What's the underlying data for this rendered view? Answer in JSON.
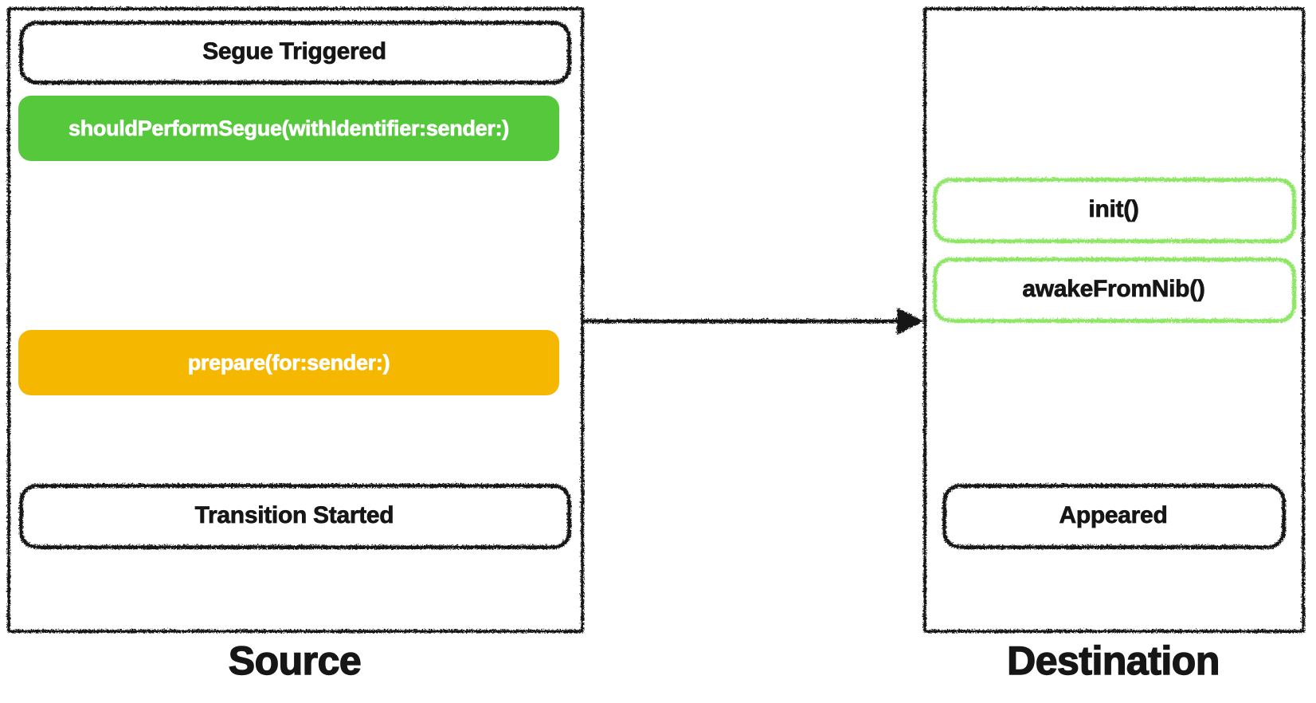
{
  "source_panel": {
    "title": "Source",
    "boxes": [
      {
        "id": "segue-triggered",
        "label": "Segue Triggered",
        "style": "outline-black"
      },
      {
        "id": "should-perform-segue",
        "label": "shouldPerformSegue(withIdentifier:sender:)",
        "style": "fill-green"
      },
      {
        "id": "prepare",
        "label": "prepare(for:sender:)",
        "style": "fill-orange"
      },
      {
        "id": "transition-started",
        "label": "Transition Started",
        "style": "outline-black"
      }
    ]
  },
  "destination_panel": {
    "title": "Destination",
    "boxes": [
      {
        "id": "init",
        "label": "init()",
        "style": "outline-light-green"
      },
      {
        "id": "awake-from-nib",
        "label": "awakeFromNib()",
        "style": "outline-light-green"
      },
      {
        "id": "appeared",
        "label": "Appeared",
        "style": "outline-black"
      }
    ]
  },
  "connector": {
    "from": "Source",
    "to": "Destination",
    "shape": "horizontal-arrow"
  },
  "colors": {
    "green_fill": "#55C83C",
    "orange_fill": "#F6B700",
    "light_green_border": "#8DE765",
    "ink": "#161616",
    "background": "#FFFFFF"
  }
}
